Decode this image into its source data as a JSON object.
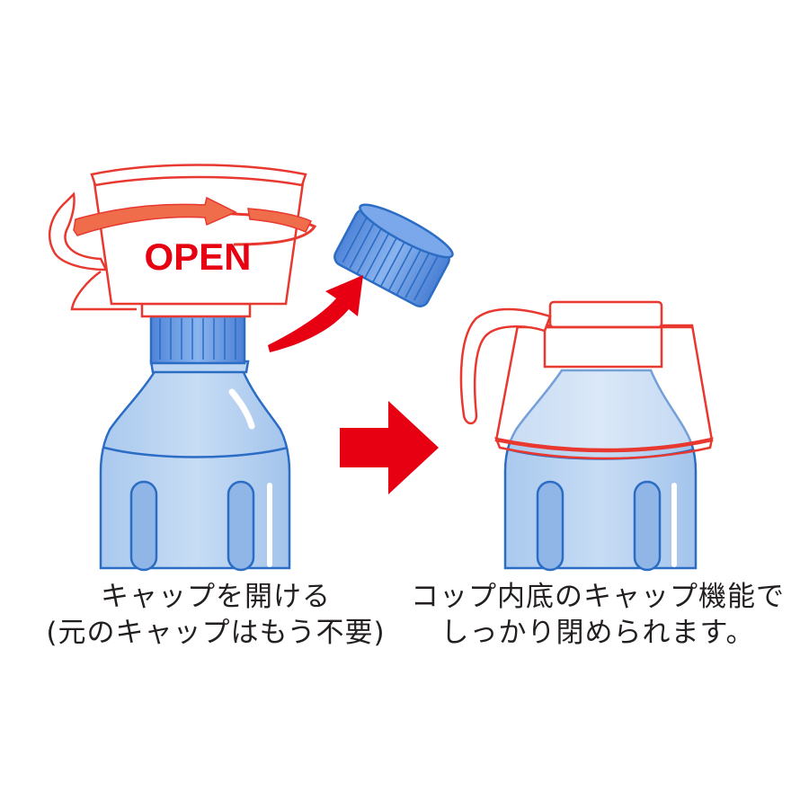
{
  "step1": {
    "cap_label": "OPEN",
    "caption_line1": "キャップを開ける",
    "caption_line2": "(元のキャップはもう不要)"
  },
  "step2": {
    "caption_line1": "コップ内底のキャップ機能で",
    "caption_line2": "しっかり閉められます。"
  },
  "colors": {
    "red_line": "#e8382f",
    "arrow_red": "#e60012",
    "bottle_blue": "#9cc2ea",
    "cap_blue": "#5a8ee0"
  }
}
